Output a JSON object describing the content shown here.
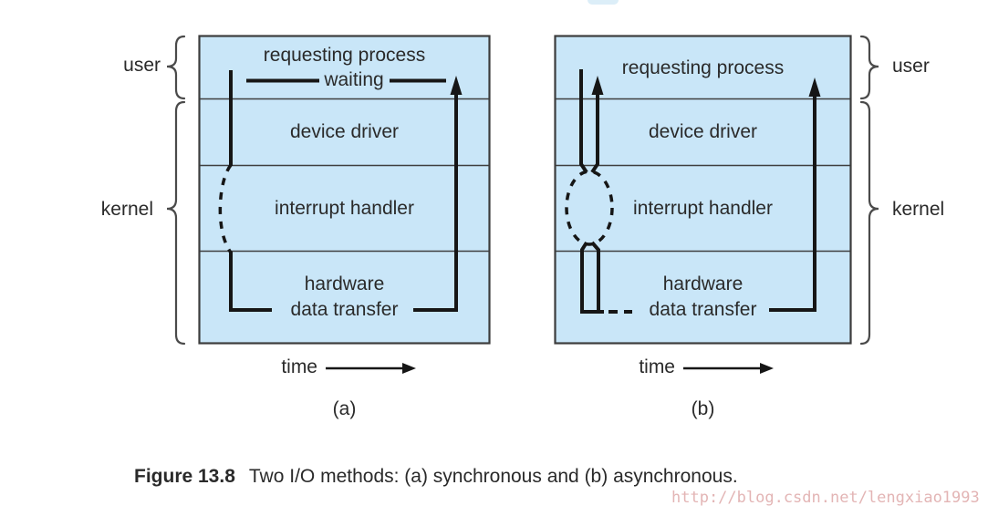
{
  "figure": {
    "label": "Figure 13.8",
    "caption": "Two I/O methods: (a) synchronous and (b) asynchronous."
  },
  "watermark": "http://blog.csdn.net/lengxiao1993",
  "side_labels": {
    "user_left": "user",
    "kernel_left": "kernel",
    "user_right": "user",
    "kernel_right": "kernel"
  },
  "panels": [
    {
      "name": "synchronous",
      "sublabel": "(a)",
      "time_label": "time",
      "layers": {
        "requesting_process": "requesting process",
        "waiting": "waiting",
        "device_driver": "device driver",
        "interrupt_handler": "interrupt handler",
        "hardware": "hardware",
        "data_transfer": "data transfer"
      }
    },
    {
      "name": "asynchronous",
      "sublabel": "(b)",
      "time_label": "time",
      "layers": {
        "requesting_process": "requesting process",
        "device_driver": "device driver",
        "interrupt_handler": "interrupt handler",
        "hardware": "hardware",
        "data_transfer": "data transfer"
      }
    }
  ],
  "colors": {
    "box_fill": "#c9e6f8",
    "box_border": "#3c3c3c",
    "flow_line": "#161616",
    "text": "#2a2a2a",
    "watermark": "#e3b5b5"
  }
}
